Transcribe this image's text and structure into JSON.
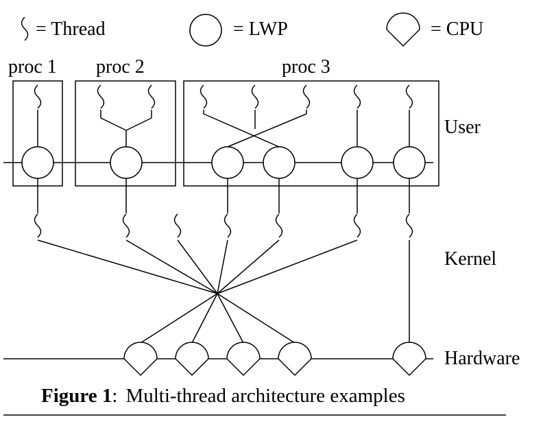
{
  "legend": {
    "thread_label": "= Thread",
    "lwp_label": "= LWP",
    "cpu_label": "= CPU"
  },
  "processes": [
    {
      "label": "proc 1",
      "threads": 1,
      "lwps": 1
    },
    {
      "label": "proc 2",
      "threads": 2,
      "lwps": 1
    },
    {
      "label": "proc 3",
      "threads": 5,
      "lwps": 4
    }
  ],
  "layers": {
    "user": "User",
    "kernel": "Kernel",
    "hardware": "Hardware"
  },
  "kernel_threads": 7,
  "cpus": 5,
  "caption": {
    "label": "Figure 1",
    "separator": ":",
    "text": "Multi-thread architecture examples"
  }
}
